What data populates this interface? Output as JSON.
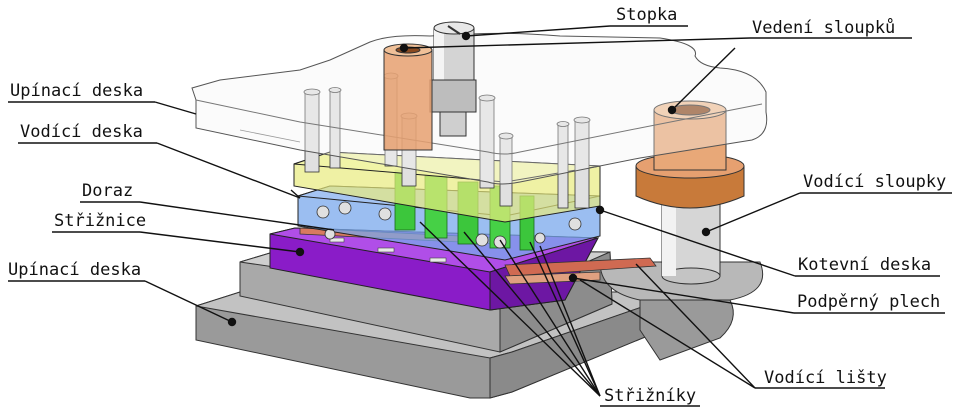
{
  "labels": {
    "stopka": "Stopka",
    "vedeni_sloupku": "Vedení sloupků",
    "upinaci_deska_top": "Upínací deska",
    "vodici_deska": "Vodící deska",
    "doraz": "Doraz",
    "striznice": "Střižnice",
    "upinaci_deska_bottom": "Upínací deska",
    "vodici_sloupky": "Vodící sloupky",
    "kotevni_deska": "Kotevní deska",
    "podperny_plech": "Podpěrný plech",
    "vodici_listy": "Vodící lišty",
    "strizniky": "Střižníky"
  },
  "colors": {
    "base_plate": "#b4b4b4",
    "die_plate": "#9b2fd6",
    "guide_plate": "#8fb4ec",
    "punch_holder": "#e6e88a",
    "punches": "#3fc63f",
    "bushing": "#e0a070",
    "pillar": "#dcdcdc",
    "guide_strip": "#d87060"
  }
}
